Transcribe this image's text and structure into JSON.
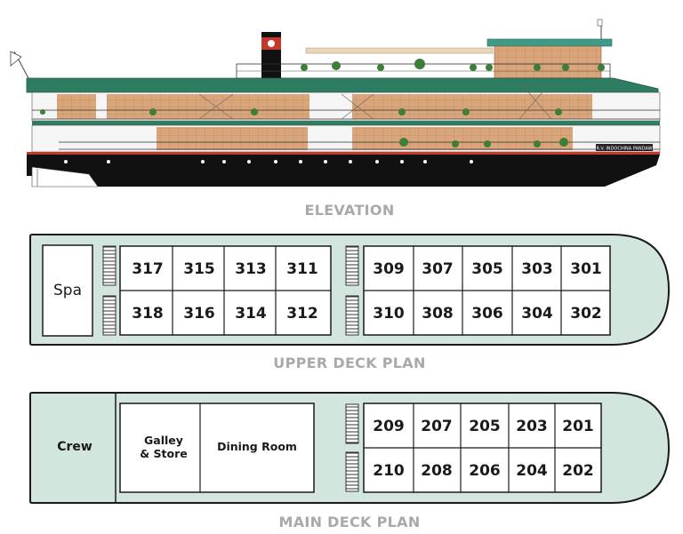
{
  "captions": {
    "elevation": "ELEVATION",
    "upper_deck": "UPPER DECK PLAN",
    "main_deck": "MAIN DECK PLAN"
  },
  "upper_deck": {
    "spa_label": "Spa",
    "cabins_top": [
      "317",
      "315",
      "313",
      "311",
      "309",
      "307",
      "305",
      "303",
      "301"
    ],
    "cabins_bottom": [
      "318",
      "316",
      "314",
      "312",
      "310",
      "308",
      "306",
      "304",
      "302"
    ]
  },
  "main_deck": {
    "crew_label": "Crew",
    "galley_line1": "Galley",
    "galley_line2": "& Store",
    "dining_label": "Dining Room",
    "cabins_top": [
      "209",
      "207",
      "205",
      "203",
      "201"
    ],
    "cabins_bottom": [
      "210",
      "208",
      "206",
      "204",
      "202"
    ]
  },
  "ship": {
    "name_plate": "R.V. INDOCHINA PANDAW",
    "colors": {
      "deck_fill": "#d3e6de",
      "outline": "#1a1a1a",
      "hull": "#111111",
      "hull_stripe": "#c0392b",
      "roof": "#2f7d61",
      "wood": "#d9a57a",
      "funnel_red": "#c0392b",
      "caption": "#a9a9a9"
    }
  }
}
